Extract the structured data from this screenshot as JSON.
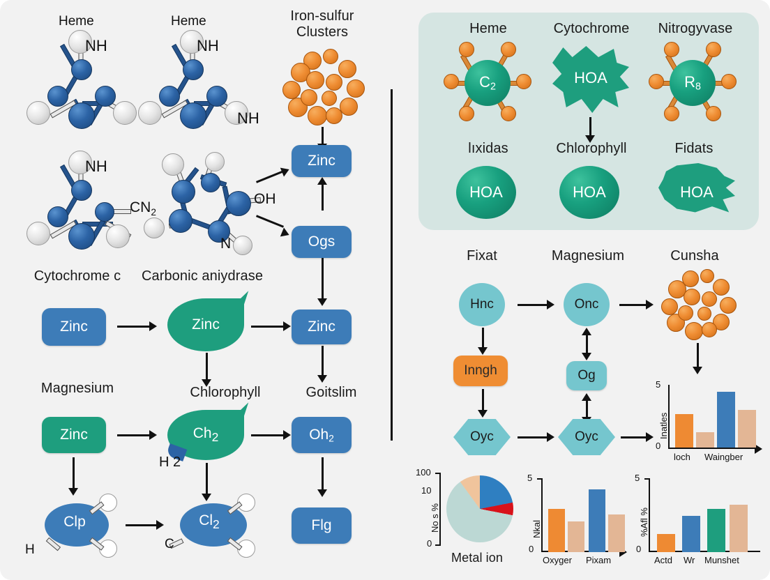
{
  "colors": {
    "background": "#f2f2f2",
    "blue_node": "#3d7cb8",
    "green_node": "#1e9e7e",
    "orange_node": "#ef8d33",
    "cyan_node": "#75c6ce",
    "teal_panel": "#d5e5e2",
    "atom_blue": "#2c63a5",
    "atom_white": "#e4e4e4",
    "atom_orange": "#ef8d33",
    "arrow": "#111111",
    "bar_orange": "#ee8a33",
    "bar_tan": "#e3b695",
    "bar_blue": "#3d7cb8",
    "bar_teal": "#1e9e7e",
    "pie_blue": "#2f7fc1",
    "pie_red": "#d8121a",
    "pie_paleteal": "#bcd8d4",
    "pie_tan": "#f0c49c"
  },
  "left_panel": {
    "molecules": [
      {
        "name": "Heme",
        "groups": [
          "NH"
        ]
      },
      {
        "name": "Heme",
        "groups": [
          "NH",
          "NH"
        ]
      },
      {
        "name": "",
        "groups": [
          "NH",
          "CN2"
        ]
      },
      {
        "name": "",
        "groups": [
          "OH",
          "N"
        ]
      }
    ],
    "cluster_label": "Iron-sulfur\nClusters",
    "flow_nodes": [
      {
        "label": "Zinc",
        "shape": "rounded-box",
        "color": "blue"
      },
      {
        "label": "Ogs",
        "shape": "rounded-box",
        "color": "blue"
      },
      {
        "label": "Zinc",
        "shape": "rounded-box",
        "color": "blue"
      },
      {
        "label": "Oh2",
        "shape": "rounded-box",
        "color": "blue"
      },
      {
        "label": "Flg",
        "shape": "rounded-box",
        "color": "blue"
      }
    ],
    "row_titles": {
      "cytochrome_c": "Cytochrome c",
      "carbonic_anhydrase": "Carbonic aniydrase",
      "magnesium": "Magnesium",
      "chlorophyll": "Chlorophyll",
      "goitslim": "Goitslim"
    },
    "row1": [
      {
        "label": "Zinc",
        "shape": "rounded-box",
        "color": "blue"
      },
      {
        "label": "Zinc",
        "shape": "leaf",
        "color": "green"
      },
      {
        "label": "Zinc",
        "shape": "rounded-box",
        "color": "blue"
      }
    ],
    "row2": [
      {
        "label": "Zinc",
        "shape": "rounded-box",
        "color": "green"
      },
      {
        "label": "Ch2",
        "shape": "leaf",
        "color": "green"
      },
      {
        "label": "Oh2",
        "shape": "rounded-box",
        "color": "blue"
      }
    ],
    "row3": [
      {
        "label": "Clp",
        "shape": "molecule-blob",
        "color": "blue"
      },
      {
        "label": "Cl2",
        "shape": "molecule-blob",
        "color": "blue"
      },
      {
        "label": "Flg",
        "shape": "rounded-box",
        "color": "blue"
      }
    ],
    "annotations": {
      "h2": "H 2",
      "h": "H",
      "c": "C"
    }
  },
  "teal_panel": {
    "items": [
      {
        "label": "Heme",
        "text": "C2",
        "shape": "sphere-with-ligands"
      },
      {
        "label": "Cytochrome",
        "text": "HOA",
        "shape": "spiky-blob"
      },
      {
        "label": "Nitrogyvase",
        "text": "R8",
        "shape": "sphere-with-ligands"
      },
      {
        "label": "lıxidas",
        "text": "HOA",
        "shape": "sphere"
      },
      {
        "label": "Chlorophyll",
        "text": "HOA",
        "shape": "sphere"
      },
      {
        "label": "Fidats",
        "text": "HOA",
        "shape": "spiky-blob"
      }
    ]
  },
  "right_flow": {
    "titles": {
      "fixat": "Fixat",
      "magnesium": "Magnesium",
      "cunsha": "Cunsha"
    },
    "nodes": [
      {
        "label": "Hnc",
        "shape": "circle",
        "color": "cyan"
      },
      {
        "label": "Onc",
        "shape": "circle",
        "color": "cyan"
      },
      {
        "label": "Inngh",
        "shape": "rounded-box",
        "color": "orange"
      },
      {
        "label": "Og",
        "shape": "rounded-box",
        "color": "cyan"
      },
      {
        "label": "Oyc",
        "shape": "lens",
        "color": "cyan"
      },
      {
        "label": "Oyc",
        "shape": "lens",
        "color": "cyan"
      }
    ]
  },
  "chart_data": [
    {
      "id": "bar-top-right",
      "type": "bar",
      "title": "",
      "xlabel": "",
      "ylabel": "Inatles",
      "categories": [
        "loch",
        "",
        "Waingber",
        ""
      ],
      "tick_labels": [
        "loch",
        "Waingber"
      ],
      "values": [
        2.6,
        1.2,
        4.4,
        3.0
      ],
      "bar_colors": [
        "#ee8a33",
        "#e3b695",
        "#3d7cb8",
        "#e3b695"
      ],
      "ylim": [
        0,
        5
      ],
      "yticks": [
        0,
        5
      ],
      "grid": false,
      "legend": "none"
    },
    {
      "id": "pie-metal-ion",
      "type": "pie",
      "title": "Metal ion",
      "ylabel": "No s %",
      "yticks": [
        0,
        10,
        100
      ],
      "ylim": [
        0,
        100
      ],
      "labels": [
        "blue",
        "red",
        "pale-teal",
        "tan"
      ],
      "values": [
        22,
        6,
        62,
        10
      ],
      "slice_colors": [
        "#2f7fc1",
        "#d8121a",
        "#bcd8d4",
        "#f0c49c"
      ],
      "grid": false,
      "legend": "none"
    },
    {
      "id": "bar-bottom-middle",
      "type": "bar",
      "title": "",
      "ylabel": "Nkal",
      "categories": [
        "Oxyger",
        "",
        "Pixam",
        ""
      ],
      "tick_labels": [
        "Oxyger",
        "Pixam"
      ],
      "values": [
        3.0,
        2.1,
        4.4,
        2.6
      ],
      "bar_colors": [
        "#ee8a33",
        "#e3b695",
        "#3d7cb8",
        "#e3b695"
      ],
      "ylim": [
        0,
        5
      ],
      "yticks": [
        0,
        5
      ],
      "grid": false,
      "legend": "none"
    },
    {
      "id": "bar-bottom-right",
      "type": "bar",
      "title": "",
      "ylabel": "%Afl %",
      "categories": [
        "Actd",
        "Wr",
        "Munshet",
        ""
      ],
      "tick_labels": [
        "Actd",
        "Wr",
        "Munshet"
      ],
      "values": [
        1.2,
        2.5,
        3.0,
        3.2
      ],
      "bar_colors": [
        "#ee8a33",
        "#3d7cb8",
        "#1e9e7e",
        "#e3b695"
      ],
      "ylim": [
        0,
        5
      ],
      "yticks": [
        0,
        5
      ],
      "grid": false,
      "legend": "none"
    }
  ]
}
